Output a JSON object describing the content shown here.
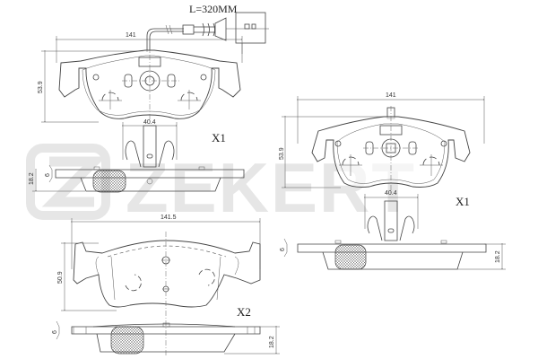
{
  "watermark": {
    "brand": "ZEKERT",
    "color": "#e6e6e6"
  },
  "drawing_1": {
    "title": "pad-with-wear-sensor",
    "sensor_cable_length": "L=320MM",
    "width_dim": "141",
    "height_dim": "53.9",
    "clip_width_dim": "40.4",
    "quantity": "X1",
    "side_view": {
      "backplate_thickness": "6",
      "total_thickness": "18.2"
    }
  },
  "drawing_2": {
    "title": "pad-without-sensor",
    "width_dim": "141",
    "height_dim": "53.9",
    "clip_width_dim": "40.4",
    "quantity": "X1",
    "side_view": {
      "backplate_thickness": "6",
      "total_thickness": "18.2"
    }
  },
  "drawing_3": {
    "title": "outer-pad",
    "width_dim": "141.5",
    "height_dim": "50.9",
    "quantity": "X2",
    "side_view": {
      "backplate_thickness": "6",
      "total_thickness": "18.2"
    }
  }
}
